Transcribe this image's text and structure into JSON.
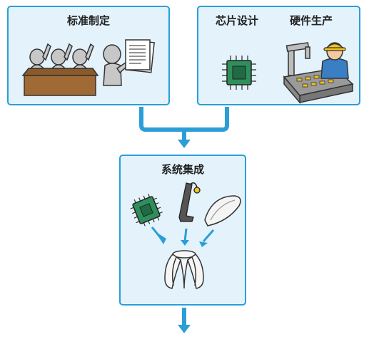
{
  "panels": {
    "standards": {
      "title": "标准制定"
    },
    "chip_design": {
      "title": "芯片设计"
    },
    "hardware_production": {
      "title": "硬件生产"
    },
    "system_integration": {
      "title": "系统集成"
    }
  },
  "colors": {
    "panel_fill": "#e3f2fb",
    "panel_border": "#2b9ed8",
    "arrow": "#2b9ed8",
    "chip_green": "#2f8f5b",
    "figure_gray": "#c7c7c7",
    "table_brown": "#8a5a2b",
    "helmet_yellow": "#f4c21b",
    "worker_blue": "#3a7fc4"
  },
  "icons": [
    "people-voting-icon",
    "document-icon",
    "chip-icon",
    "robot-arm-icon",
    "worker-icon",
    "light-fixture-icon"
  ]
}
